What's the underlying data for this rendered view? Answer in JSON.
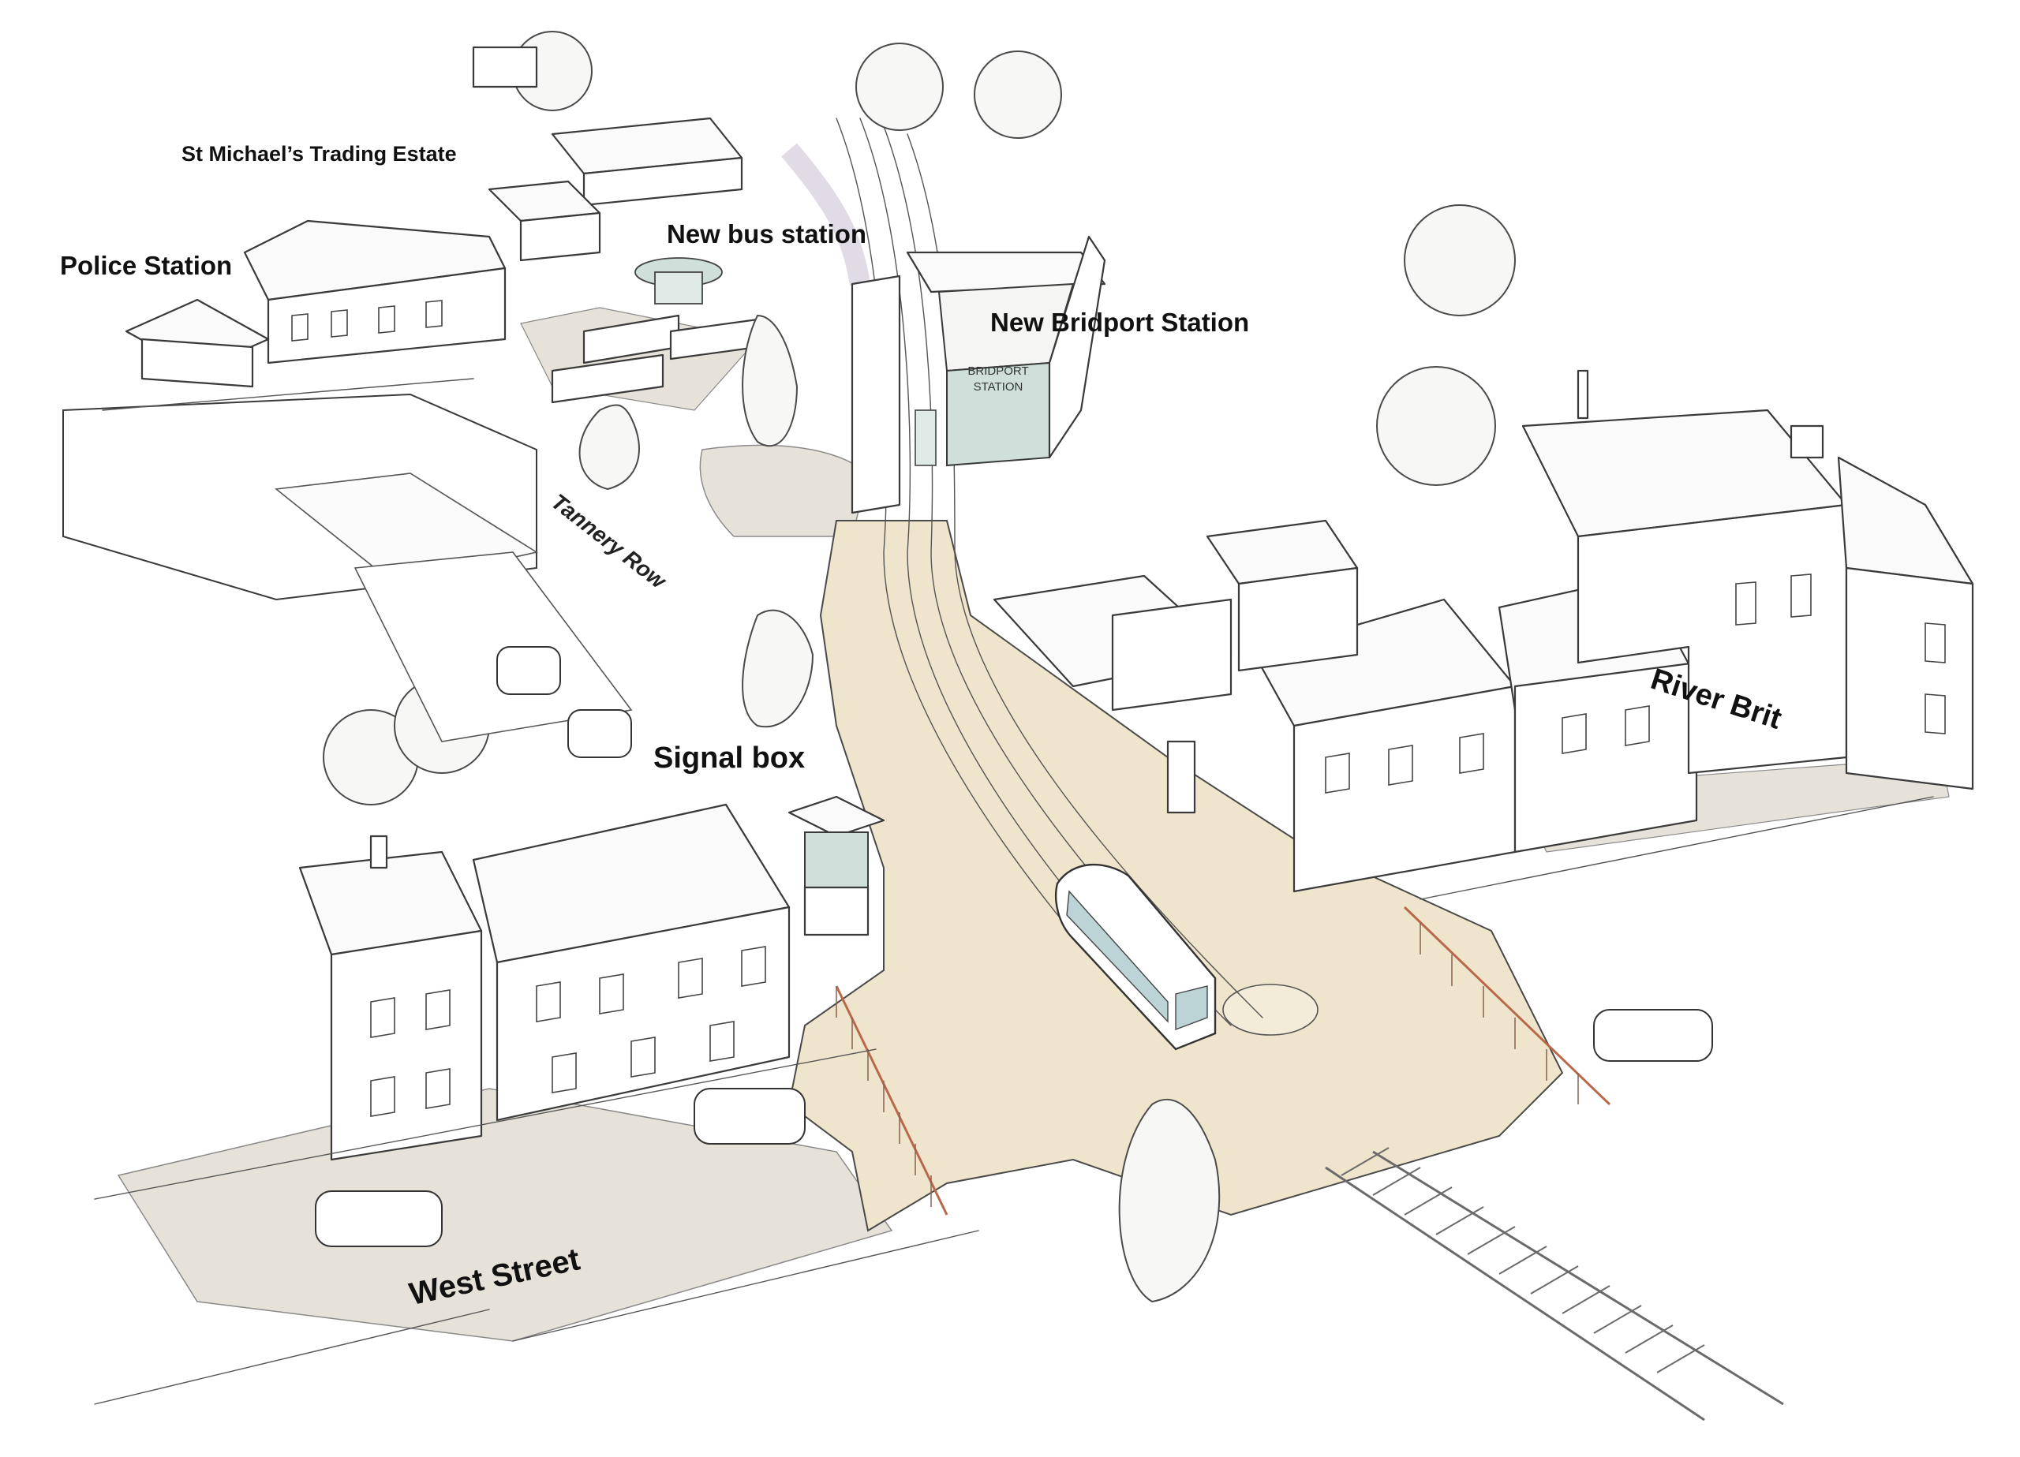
{
  "labels": {
    "estate": "St Michael’s Trading Estate",
    "police": "Police Station",
    "bus_station": "New bus station",
    "bridport_station": "New Bridport Station",
    "tannery_row": "Tannery Row",
    "signal_box": "Signal box",
    "river": "River Brit",
    "west_street": "West Street",
    "station_sign_line1": "BRIDPORT",
    "station_sign_line2": "STATION"
  },
  "colors": {
    "ink": "#3a3a3a",
    "road_fill": "#efe5cc",
    "pavement": "#e6e2da",
    "glass": "#cfe0da",
    "tram_glass": "#bcd4d6",
    "rail": "#6b6b6b",
    "fence_rust": "#b8694a",
    "platform_lilac": "#d9d2e0",
    "foliage": "#f4f4f1"
  }
}
